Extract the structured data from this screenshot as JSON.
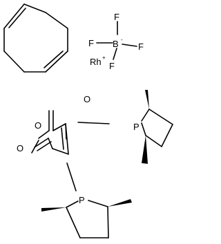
{
  "diagram": {
    "type": "chemical-structure",
    "atoms": {
      "boron": "B",
      "boron_charge": "-",
      "fluorines": [
        "F",
        "F",
        "F",
        "F"
      ],
      "rhodium": "Rh",
      "rhodium_charge": "+",
      "ring_oxygen": "O",
      "carbonyl_oxygens": [
        "O",
        "O"
      ],
      "phosphorus": [
        "P",
        "P"
      ]
    }
  }
}
